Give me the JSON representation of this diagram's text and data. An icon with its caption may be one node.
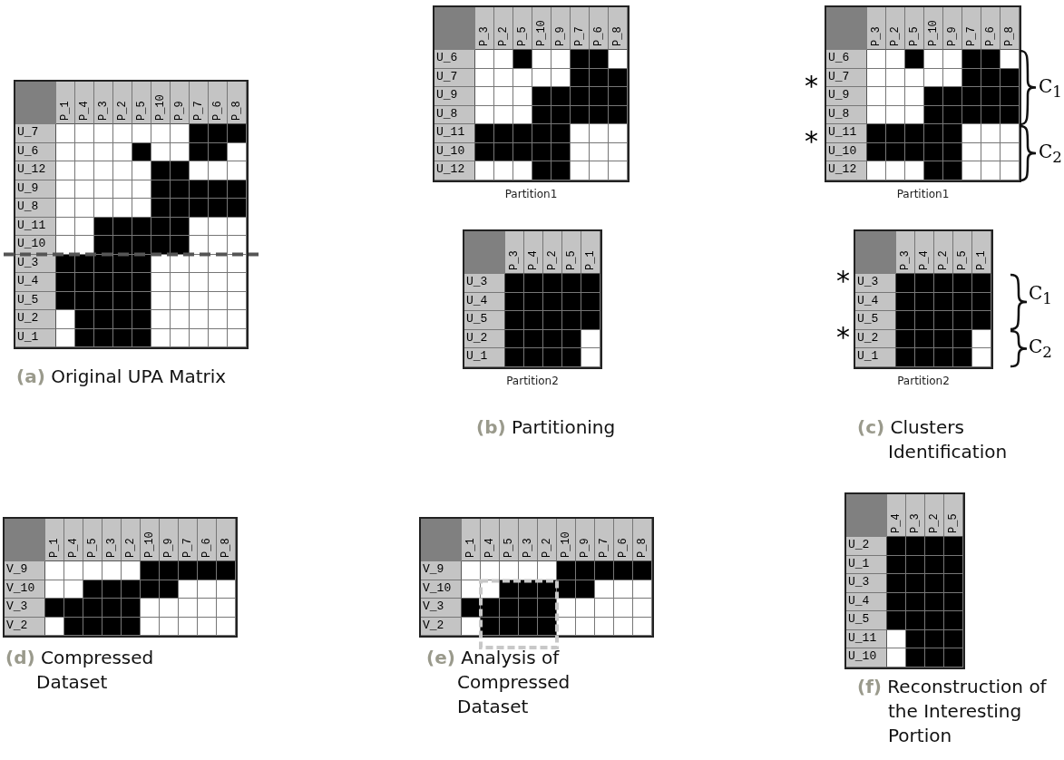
{
  "diagram": {
    "nodes": [
      {
        "text": [
          "P_1",
          "P_4",
          "P_3",
          "P_2",
          "P_5",
          "P_10",
          "P_9",
          "P_7",
          "P_6",
          "P_8",
          "U_7",
          "U_6",
          "U_12",
          "U_9",
          "U_8",
          "U_11",
          "U_10",
          "U_3",
          "U_4",
          "U_5",
          "U_2",
          "U_1"
        ]
      },
      {
        "text": [
          "P_3",
          "P_2",
          "P_5",
          "P_10",
          "P_9",
          "P_7",
          "P_6",
          "P_8",
          "U_6",
          "U_7",
          "U_9",
          "U_8",
          "U_11",
          "U_10",
          "U_12"
        ],
        "beside": [
          "Partition1"
        ]
      },
      {
        "text": [
          "P_3",
          "P_4",
          "P_2",
          "P_5",
          "P_1",
          "U_3",
          "U_4",
          "U_5",
          "U_2",
          "U_1"
        ],
        "beside": [
          "Partition2"
        ]
      },
      {
        "text": [
          "P_3",
          "P_2",
          "P_5",
          "P_10",
          "P_9",
          "P_7",
          "P_6",
          "P_8",
          "U_6",
          "U_7",
          "U_9",
          "U_8",
          "U_11",
          "U_10",
          "U_12"
        ],
        "beside": [
          "Partition1"
        ]
      },
      {
        "text": [
          "P_3",
          "P_4",
          "P_2",
          "P_5",
          "P_1",
          "U_3",
          "U_4",
          "U_5",
          "U_2",
          "U_1"
        ],
        "beside": [
          "Partition2"
        ]
      },
      {
        "text": [
          "P_1",
          "P_4",
          "P_5",
          "P_3",
          "P_2",
          "P_10",
          "P_9",
          "P_7",
          "P_6",
          "P_8",
          "V_9",
          "V_10",
          "V_3",
          "V_2"
        ]
      },
      {
        "text": [
          "P_1",
          "P_4",
          "P_5",
          "P_3",
          "P_2",
          "P_10",
          "P_9",
          "P_7",
          "P_6",
          "P_8",
          "V_9",
          "V_10",
          "V_3",
          "V_2"
        ]
      },
      {
        "text": [
          "P_4",
          "P_3",
          "P_2",
          "P_5",
          "U_2",
          "U_1",
          "U_3",
          "U_4",
          "U_5",
          "U_11",
          "U_10"
        ]
      }
    ],
    "labels": [
      "*",
      "*",
      "C$_{1}$",
      "C$_{2}$",
      "*",
      "*",
      "C$_{1}$",
      "C$_{2}$",
      "**(a)** Original UPA Matrix",
      "**(b)** Partitioning",
      "**(c)** Clusters Identification",
      "**(d)** Compressed Dataset",
      "**(e)** Analysis of Compressed Dataset",
      "**(f)** Reconstruction of the Interesting Portion"
    ]
  }
}
